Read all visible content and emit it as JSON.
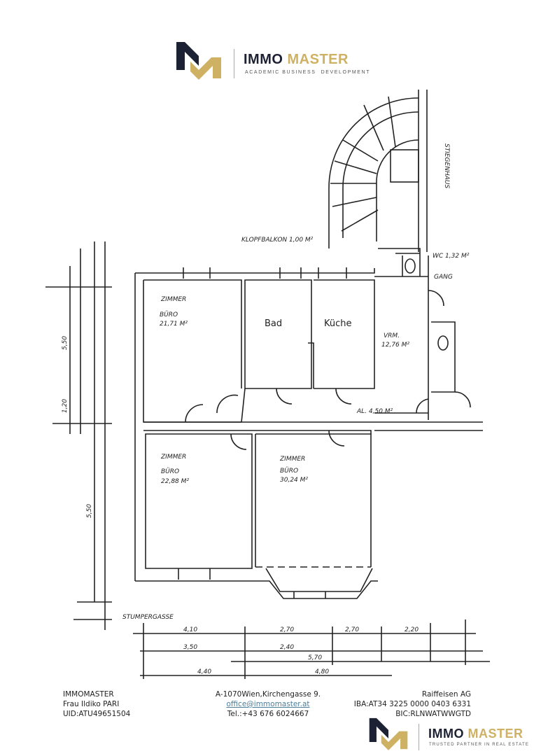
{
  "header": {
    "brand_dark": "IMMO",
    "brand_gold": "MASTER",
    "tagline": "ACADEMIC BUSINESS  DEVELOPMENT"
  },
  "plan": {
    "balcony": "KLOPFBALKON 1,00 M²",
    "rooms": [
      {
        "name": "ZIMMER",
        "use": "BÜRO",
        "area": "21,71 M²"
      },
      {
        "name": "Bad"
      },
      {
        "name": "Küche"
      },
      {
        "name": "VRM.",
        "area": "12,76 M²"
      },
      {
        "name": "ZIMMER",
        "use": "BÜRO",
        "area": "22,88 M²"
      },
      {
        "name": "ZIMMER",
        "use": "BÜRO",
        "area": "30,24 M²"
      }
    ],
    "wc": "WC 1,32 M²",
    "gang": "GANG",
    "stair": "STIEGENHAUS",
    "vr": "AL. 4,50 M²",
    "street": "STUMPERGASSE",
    "dims_row1": [
      "4,10",
      "2,70",
      "2,70",
      "2,20"
    ],
    "dims_row2": [
      "3,50",
      "2,40"
    ],
    "dims_row3": [
      "5,70"
    ],
    "dims_row4": [
      "4,40",
      "4,80"
    ],
    "dims_left": [
      "5,50",
      "1,20",
      "5,50"
    ]
  },
  "footer": {
    "col1": [
      "IMMOMASTER",
      "Frau Ildiko PARI",
      "UID:ATU49651504"
    ],
    "col2": {
      "address": "A-1070Wien,Kirchengasse 9.",
      "email": "office@immomaster.at",
      "phone": "Tel.:+43 676 6024667"
    },
    "col3": [
      "Raiffeisen AG",
      "IBA:AT34 3225 0000 0403 6331",
      "BIC:RLNWATWWGTD"
    ],
    "logo_dark": "IMMO",
    "logo_gold": "MASTER",
    "logo_tagline": "TRUSTED PARTNER IN REAL ESTATE"
  },
  "colors": {
    "navy": "#1c2133",
    "gold": "#cfb164"
  }
}
